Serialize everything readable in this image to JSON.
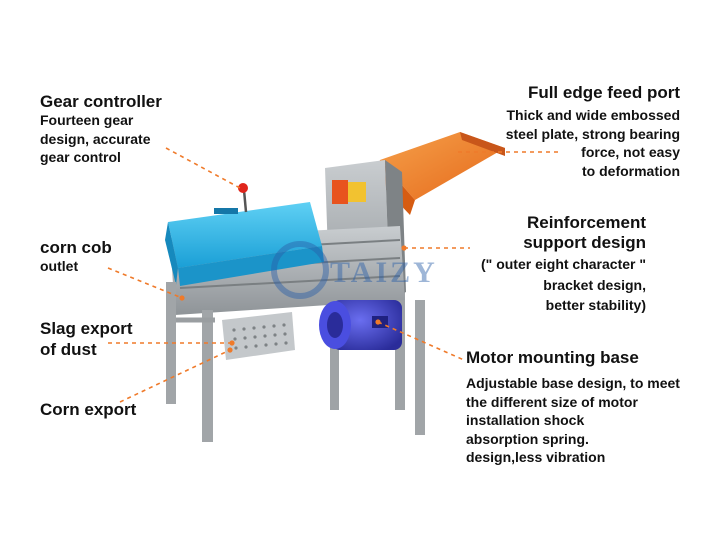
{
  "watermark": "TAIZY",
  "callouts": {
    "gear": {
      "title": "Gear controller",
      "lines": [
        "Fourteen gear",
        "design, accurate",
        "gear control"
      ]
    },
    "cob": {
      "title": "corn cob",
      "lines": [
        "outlet"
      ]
    },
    "slag": {
      "title_lines": [
        "Slag export",
        "of dust"
      ]
    },
    "corn": {
      "title": "Corn export"
    },
    "feed": {
      "title": "Full edge feed port",
      "lines": [
        "Thick and wide embossed",
        "steel plate, strong bearing",
        "force, not easy",
        "to deformation"
      ]
    },
    "reinforcement": {
      "title_lines": [
        "Reinforcement",
        "support design"
      ],
      "lines": [
        "(\" outer eight character \"",
        "bracket design,",
        "better stability)"
      ]
    },
    "motor": {
      "title": "Motor mounting base",
      "lines": [
        "Adjustable base design, to meet",
        "the different size of motor",
        "installation shock",
        "absorption spring.",
        "design,less vibration"
      ]
    }
  },
  "colors": {
    "leader": "#ef7a2a",
    "hopper": "#f07a1e",
    "cover": "#27b5e6",
    "frame": "#a8acaf",
    "motor": "#3b3fc9"
  },
  "icons": [
    "gear-knob-icon",
    "motor-icon",
    "hopper-icon"
  ]
}
